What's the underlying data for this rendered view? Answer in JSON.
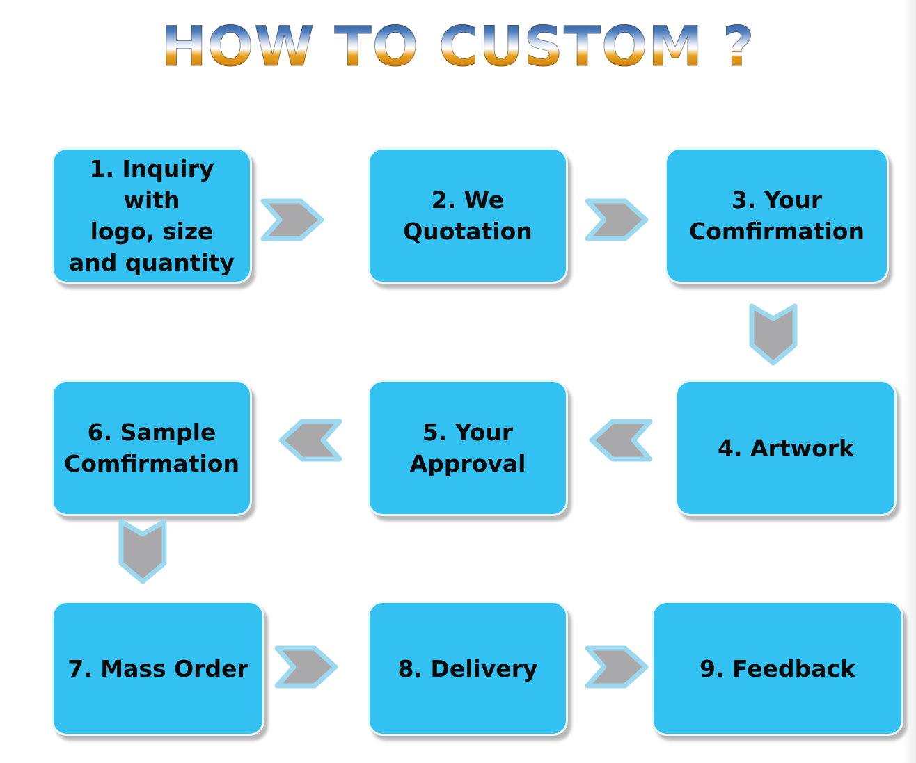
{
  "title": "HOW TO CUSTOM ?",
  "colors": {
    "box_fill": "#32c1f1",
    "box_border": "#eaf7fc",
    "arrow_fill": "#a9a9ab",
    "arrow_outline": "#9cd9ef",
    "text": "#0a0a0a"
  },
  "icons": {
    "flow_arrow": "chevron-arrow-icon"
  },
  "steps": [
    {
      "label": "1. Inquiry with\nlogo, size\nand quantity"
    },
    {
      "label": "2. We\nQuotation"
    },
    {
      "label": "3. Your\nComfirmation"
    },
    {
      "label": "4. Artwork"
    },
    {
      "label": "5. Your\nApproval"
    },
    {
      "label": "6. Sample\nComfirmation"
    },
    {
      "label": "7. Mass Order"
    },
    {
      "label": "8. Delivery"
    },
    {
      "label": "9. Feedback"
    }
  ],
  "arrows": [
    {
      "from": "1",
      "to": "2",
      "direction": "right"
    },
    {
      "from": "2",
      "to": "3",
      "direction": "right"
    },
    {
      "from": "3",
      "to": "4",
      "direction": "down"
    },
    {
      "from": "4",
      "to": "5",
      "direction": "left"
    },
    {
      "from": "5",
      "to": "6",
      "direction": "left"
    },
    {
      "from": "6",
      "to": "7",
      "direction": "down"
    },
    {
      "from": "7",
      "to": "8",
      "direction": "right"
    },
    {
      "from": "8",
      "to": "9",
      "direction": "right"
    }
  ]
}
